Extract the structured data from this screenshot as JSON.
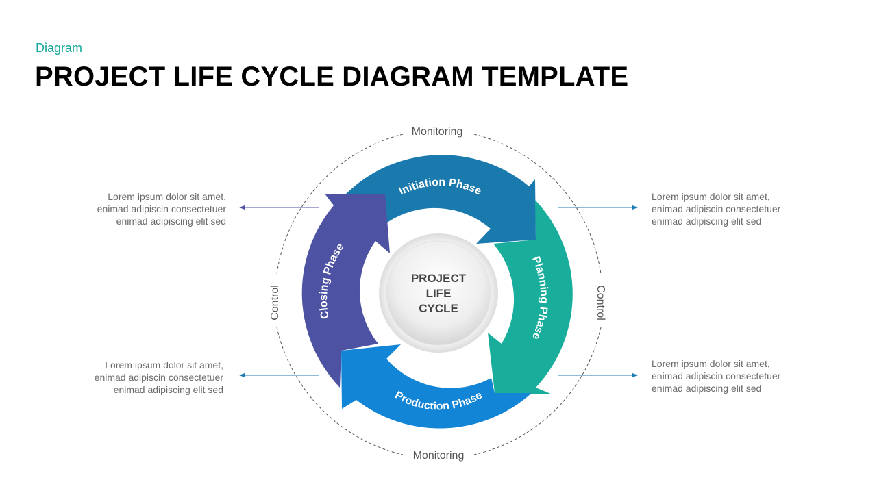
{
  "header": {
    "kicker": "Diagram",
    "title": "PROJECT LIFE CYCLE DIAGRAM TEMPLATE"
  },
  "center": {
    "line1": "PROJECT",
    "line2": "LIFE",
    "line3": "CYCLE"
  },
  "phases": [
    {
      "label": "Initiation Phase",
      "color": "#1a7aad"
    },
    {
      "label": "Planning Phase",
      "color": "#19ae9c"
    },
    {
      "label": "Production Phase",
      "color": "#1385d6"
    },
    {
      "label": "Closing Phase",
      "color": "#4e52a3"
    }
  ],
  "ring_labels": {
    "top": "Monitoring",
    "bottom": "Monitoring",
    "left": "Control",
    "right": "Control"
  },
  "notes": {
    "top_left": [
      "Lorem ipsum dolor sit amet,",
      "enimad adipiscin consectetuer",
      "enimad adipiscing elit sed"
    ],
    "bottom_left": [
      "Lorem ipsum dolor sit amet,",
      "enimad adipiscin consectetuer",
      "enimad adipiscing elit sed"
    ],
    "top_right": [
      "Lorem ipsum dolor sit amet,",
      "enimad adipiscin consectetuer",
      "enimad adipiscing elit sed"
    ],
    "bottom_right": [
      "Lorem ipsum dolor sit amet,",
      "enimad adipiscin consectetuer",
      "enimad adipiscing elit sed"
    ]
  },
  "colors": {
    "kicker": "#19a79b",
    "left_arrows": "#4e52a3",
    "right_arrows": "#1a7aad"
  }
}
